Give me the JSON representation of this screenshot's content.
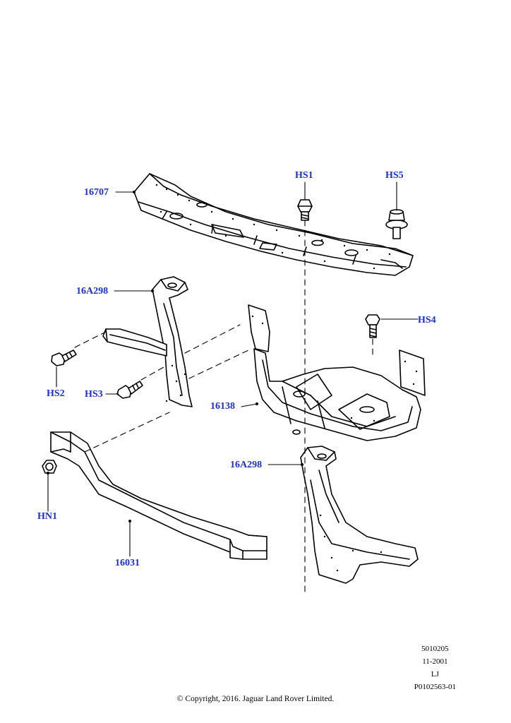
{
  "colors": {
    "callout": "#1a2fd6",
    "line": "#000000"
  },
  "callouts": {
    "p16707": "16707",
    "hs1": "HS1",
    "hs5": "HS5",
    "p16a298_upper": "16A298",
    "hs4": "HS4",
    "hs2": "HS2",
    "hs3": "HS3",
    "p16138": "16138",
    "p16a298_lower": "16A298",
    "hn1": "HN1",
    "p16031": "16031"
  },
  "meta": {
    "code": "5010205",
    "date": "11-2001",
    "initials": "LJ",
    "reference": "P0102563-01",
    "copyright": "© Copyright, 2016. Jaguar Land Rover Limited."
  }
}
